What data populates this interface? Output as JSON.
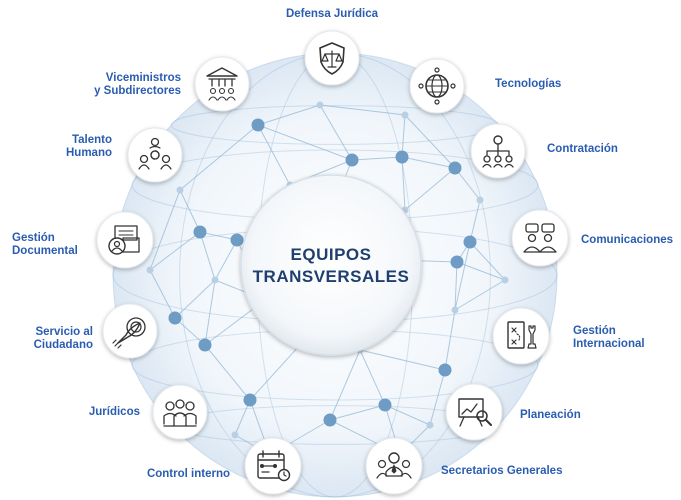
{
  "center": {
    "line1": "EQUIPOS",
    "line2": "TRANSVERSALES"
  },
  "teams": [
    {
      "id": "defensa",
      "lines": [
        "Defensa Jurídica"
      ],
      "icon": "shield-scales-icon"
    },
    {
      "id": "tecnologias",
      "lines": [
        "Tecnologías"
      ],
      "icon": "globe-network-icon"
    },
    {
      "id": "contratacion",
      "lines": [
        "Contratación"
      ],
      "icon": "org-chart-icon"
    },
    {
      "id": "comunicaciones",
      "lines": [
        "Comunicaciones"
      ],
      "icon": "conversation-icon"
    },
    {
      "id": "internacional",
      "lines": [
        "Gestión",
        "Internacional"
      ],
      "icon": "strategy-board-icon"
    },
    {
      "id": "planeacion",
      "lines": [
        "Planeación"
      ],
      "icon": "presentation-chart-icon"
    },
    {
      "id": "secretarios",
      "lines": [
        "Secretarios Generales"
      ],
      "icon": "team-leader-icon"
    },
    {
      "id": "control",
      "lines": [
        "Control interno"
      ],
      "icon": "timeline-calendar-icon"
    },
    {
      "id": "juridicos",
      "lines": [
        "Jurídicos"
      ],
      "icon": "legal-team-icon"
    },
    {
      "id": "servicio",
      "lines": [
        "Servicio al",
        "Ciudadano"
      ],
      "icon": "rocket-target-icon"
    },
    {
      "id": "documental",
      "lines": [
        "Gestión",
        "Documental"
      ],
      "icon": "documents-user-icon"
    },
    {
      "id": "talento",
      "lines": [
        "Talento",
        "Humano"
      ],
      "icon": "people-gear-icon"
    },
    {
      "id": "viceministros",
      "lines": [
        "Viceministros",
        "y Subdirectores"
      ],
      "icon": "government-building-icon"
    }
  ],
  "colors": {
    "label": "#2a5db0",
    "title": "#1f3f70",
    "node": "#6f9cc4",
    "line": "#8fb3d3",
    "icon": "#333333"
  }
}
